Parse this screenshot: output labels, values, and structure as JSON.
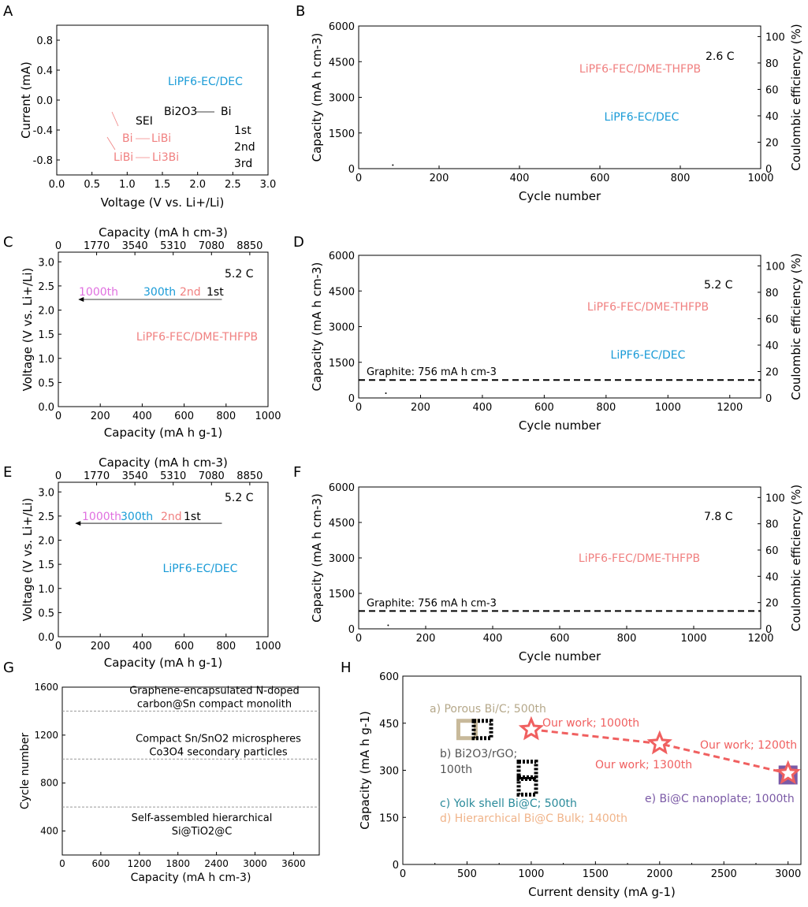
{
  "chart_data": [
    {
      "panel": "A",
      "type": "line",
      "xlabel": "Voltage (V vs. Li+/Li)",
      "ylabel": "Current (mA)",
      "xlim": [
        0,
        3.0
      ],
      "ylim": [
        -1.0,
        1.0
      ],
      "xticks": [
        "0.0",
        "0.5",
        "1.0",
        "1.5",
        "2.0",
        "2.5",
        "3.0"
      ],
      "yticks": [
        "-0.8",
        "-0.4",
        "0.0",
        "0.4",
        "0.8"
      ],
      "annotations": {
        "electrolyte": "LiPF6-EC/DEC",
        "sei": "SEI",
        "bi2o3": "Bi2O3",
        "bi": "Bi",
        "bi_libi_a": "Bi",
        "bi_libi_b": "LiBi",
        "libi_li3bi_a": "LiBi",
        "libi_li3bi_b": "Li3Bi"
      },
      "legend": [
        "1st",
        "2nd",
        "3rd"
      ],
      "colors": {
        "electrolyte": "#1a9bd7",
        "reaction": "#f08080"
      }
    },
    {
      "panel": "B",
      "type": "scatter",
      "xlabel": "Cycle number",
      "ylabel": "Capacity (mA h cm-3)",
      "y2label": "Coulombic efficiency (%)",
      "xlim": [
        0,
        1000
      ],
      "ylim": [
        0,
        6000
      ],
      "y2lim": [
        0,
        108
      ],
      "xticks": [
        "0",
        "200",
        "400",
        "600",
        "800",
        "1000"
      ],
      "yticks": [
        "0",
        "1500",
        "3000",
        "4500",
        "6000"
      ],
      "y2ticks": [
        "0",
        "20",
        "40",
        "60",
        "80",
        "100"
      ],
      "rate": "2.6 C",
      "series_labels": [
        "LiPF6-FEC/DME-THFPB",
        "LiPF6-EC/DEC"
      ],
      "points": [
        {
          "x": 85,
          "y": 150
        }
      ]
    },
    {
      "panel": "C",
      "type": "line",
      "xlabel": "Capacity (mA h g-1)",
      "x2label": "Capacity (mA h cm-3)",
      "ylabel": "Voltage (V vs. Li+/Li)",
      "xlim": [
        0,
        1000
      ],
      "ylim": [
        0,
        3.2
      ],
      "xticks": [
        "0",
        "200",
        "400",
        "600",
        "800",
        "1000"
      ],
      "x2ticks": [
        "0",
        "1770",
        "3540",
        "5310",
        "7080",
        "8850"
      ],
      "yticks": [
        "0.0",
        "0.5",
        "1.0",
        "1.5",
        "2.0",
        "2.5",
        "3.0"
      ],
      "rate": "5.2 C",
      "electrolyte": "LiPF6-FEC/DME-THFPB",
      "legend": [
        "1000th",
        "300th",
        "2nd",
        "1st"
      ],
      "arrow": {
        "x_from": 780,
        "x_to": 95,
        "y": 2.22
      }
    },
    {
      "panel": "D",
      "type": "scatter",
      "xlabel": "Cycle number",
      "ylabel": "Capacity (mA h cm-3)",
      "y2label": "Coulombic efficiency (%)",
      "xlim": [
        0,
        1300
      ],
      "ylim": [
        0,
        6000
      ],
      "y2lim": [
        0,
        108
      ],
      "xticks": [
        "0",
        "200",
        "400",
        "600",
        "800",
        "1000",
        "1200"
      ],
      "yticks": [
        "0",
        "1500",
        "3000",
        "4500",
        "6000"
      ],
      "y2ticks": [
        "0",
        "20",
        "40",
        "60",
        "80",
        "100"
      ],
      "rate": "5.2 C",
      "series_labels": [
        "LiPF6-FEC/DME-THFPB",
        "LiPF6-EC/DEC"
      ],
      "reference": {
        "label": "Graphite: 756 mA h cm-3",
        "y": 756
      },
      "points": [
        {
          "x": 88,
          "y": 200
        }
      ]
    },
    {
      "panel": "E",
      "type": "line",
      "xlabel": "Capacity (mA h g-1)",
      "x2label": "Capacity (mA h cm-3)",
      "ylabel": "Voltage (V vs. Li+/Li)",
      "xlim": [
        0,
        1000
      ],
      "ylim": [
        0,
        3.2
      ],
      "xticks": [
        "0",
        "200",
        "400",
        "600",
        "800",
        "1000"
      ],
      "x2ticks": [
        "0",
        "1770",
        "3540",
        "5310",
        "7080",
        "8850"
      ],
      "yticks": [
        "0.0",
        "0.5",
        "1.0",
        "1.5",
        "2.0",
        "2.5",
        "3.0"
      ],
      "rate": "5.2 C",
      "electrolyte": "LiPF6-EC/DEC",
      "legend": [
        "1000th",
        "300th",
        "2nd",
        "1st"
      ],
      "arrow": {
        "x_from": 780,
        "x_to": 80,
        "y": 2.35
      }
    },
    {
      "panel": "F",
      "type": "scatter",
      "xlabel": "Cycle number",
      "ylabel": "Capacity (mA h cm-3)",
      "y2label": "Coulombic efficiency (%)",
      "xlim": [
        0,
        1200
      ],
      "ylim": [
        0,
        6000
      ],
      "y2lim": [
        0,
        108
      ],
      "xticks": [
        "0",
        "200",
        "400",
        "600",
        "800",
        "1000",
        "1200"
      ],
      "yticks": [
        "0",
        "1500",
        "3000",
        "4500",
        "6000"
      ],
      "y2ticks": [
        "0",
        "20",
        "40",
        "60",
        "80",
        "100"
      ],
      "rate": "7.8 C",
      "series_labels": [
        "LiPF6-FEC/DME-THFPB"
      ],
      "reference": {
        "label": "Graphite: 756 mA h cm-3",
        "y": 756
      },
      "points": [
        {
          "x": 88,
          "y": 150
        }
      ]
    },
    {
      "panel": "G",
      "type": "bar",
      "xlabel": "Capacity (mA h cm-3)",
      "ylabel": "Cycle number",
      "xlim": [
        0,
        4000
      ],
      "ylim": [
        200,
        1600
      ],
      "xticks": [
        "0",
        "600",
        "1200",
        "1800",
        "2400",
        "3000",
        "3600"
      ],
      "yticks": [
        "400",
        "800",
        "1200",
        "1600"
      ],
      "levels": [
        {
          "y": 1400,
          "x": [
            0,
            4000
          ],
          "label1": "Graphene-encapsulated N-doped",
          "label2": "carbon@Sn compact monolith"
        },
        {
          "y": 1000,
          "x": [
            0,
            4000
          ],
          "label1": "Compact Sn/SnO2 microspheres",
          "label2": "Co3O4 secondary particles"
        },
        {
          "y": 600,
          "x": [
            0,
            4000
          ],
          "label1": "Self-assembled hierarchical",
          "label2": "Si@TiO2@C"
        }
      ]
    },
    {
      "panel": "H",
      "type": "scatter",
      "xlabel": "Current density (mA g-1)",
      "ylabel": "Capacity (mA h g-1)",
      "xlim": [
        0,
        3100
      ],
      "ylim": [
        0,
        600
      ],
      "xticks": [
        "0",
        "500",
        "1000",
        "1500",
        "2000",
        "2500",
        "3000"
      ],
      "yticks": [
        "0",
        "150",
        "300",
        "450",
        "600"
      ],
      "our_work": [
        {
          "x": 1000,
          "y": 430,
          "label": "Our work; 1000th"
        },
        {
          "x": 2000,
          "y": 385,
          "label": "Our work; 1300th"
        },
        {
          "x": 3000,
          "y": 290,
          "label": "Our work; 1200th"
        }
      ],
      "literature": [
        {
          "x": 500,
          "y": 430,
          "label": "a) Porous Bi/C; 500th",
          "color": "#c8b99a",
          "style": "hollow"
        },
        {
          "x": 620,
          "y": 430,
          "label": "b) Bi2O3/rGO; 100th",
          "color": "#000000",
          "style": "dotted"
        },
        {
          "x": 970,
          "y": 300,
          "label": "c) Yolk shell Bi@C; 500th",
          "color": "#000000",
          "style": "dotted"
        },
        {
          "x": 970,
          "y": 250,
          "label": "d) Hierarchical Bi@C Bulk; 1400th",
          "color": "#000000",
          "style": "dotted"
        },
        {
          "x": 3000,
          "y": 285,
          "label": "e) Bi@C nanoplate; 1000th",
          "color": "#7b5aa6",
          "style": "filled"
        }
      ],
      "label_colors": {
        "a": "#b5a88a",
        "b": "#555555",
        "c": "#2a8a9a",
        "d": "#f0b48a",
        "e": "#7b5aa6",
        "our": "#f06060"
      }
    }
  ]
}
